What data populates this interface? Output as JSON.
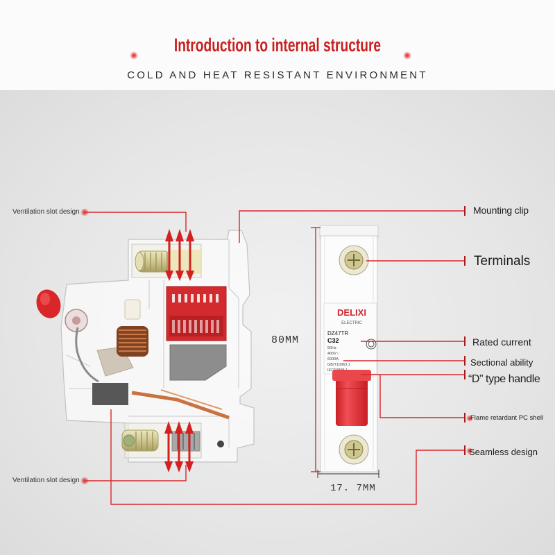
{
  "header": {
    "title": "Introduction to internal structure",
    "subtitle": "COLD AND HEAT RESISTANT ENVIRONMENT"
  },
  "callouts": {
    "ventilation_top": "Ventilation slot design",
    "ventilation_bottom": "Ventilation slot design",
    "mounting_clip": "Mounting clip",
    "terminals": "Terminals",
    "rated_current": "Rated current",
    "sectional_ability": "Sectional ability",
    "d_type_handle": "“D” type handle",
    "flame_retardant": "Flame retardant PC shell",
    "seamless_design": "Seamless design"
  },
  "dimensions": {
    "height": "80MM",
    "width": "17. 7MM"
  },
  "device_label": {
    "brand": "DELIXI",
    "brand_sub": "ELECTRIC",
    "model": "DZ47TR",
    "rating": "C32",
    "specs": [
      "50Hz",
      "400V~",
      "6000A",
      "GB/T10963.1",
      "IEC60898-1"
    ]
  },
  "colors": {
    "title_red": "#c8201f",
    "leader_red": "#d8262b",
    "handle_red": "#de2a30",
    "background_gray": "#e6e6e6"
  }
}
